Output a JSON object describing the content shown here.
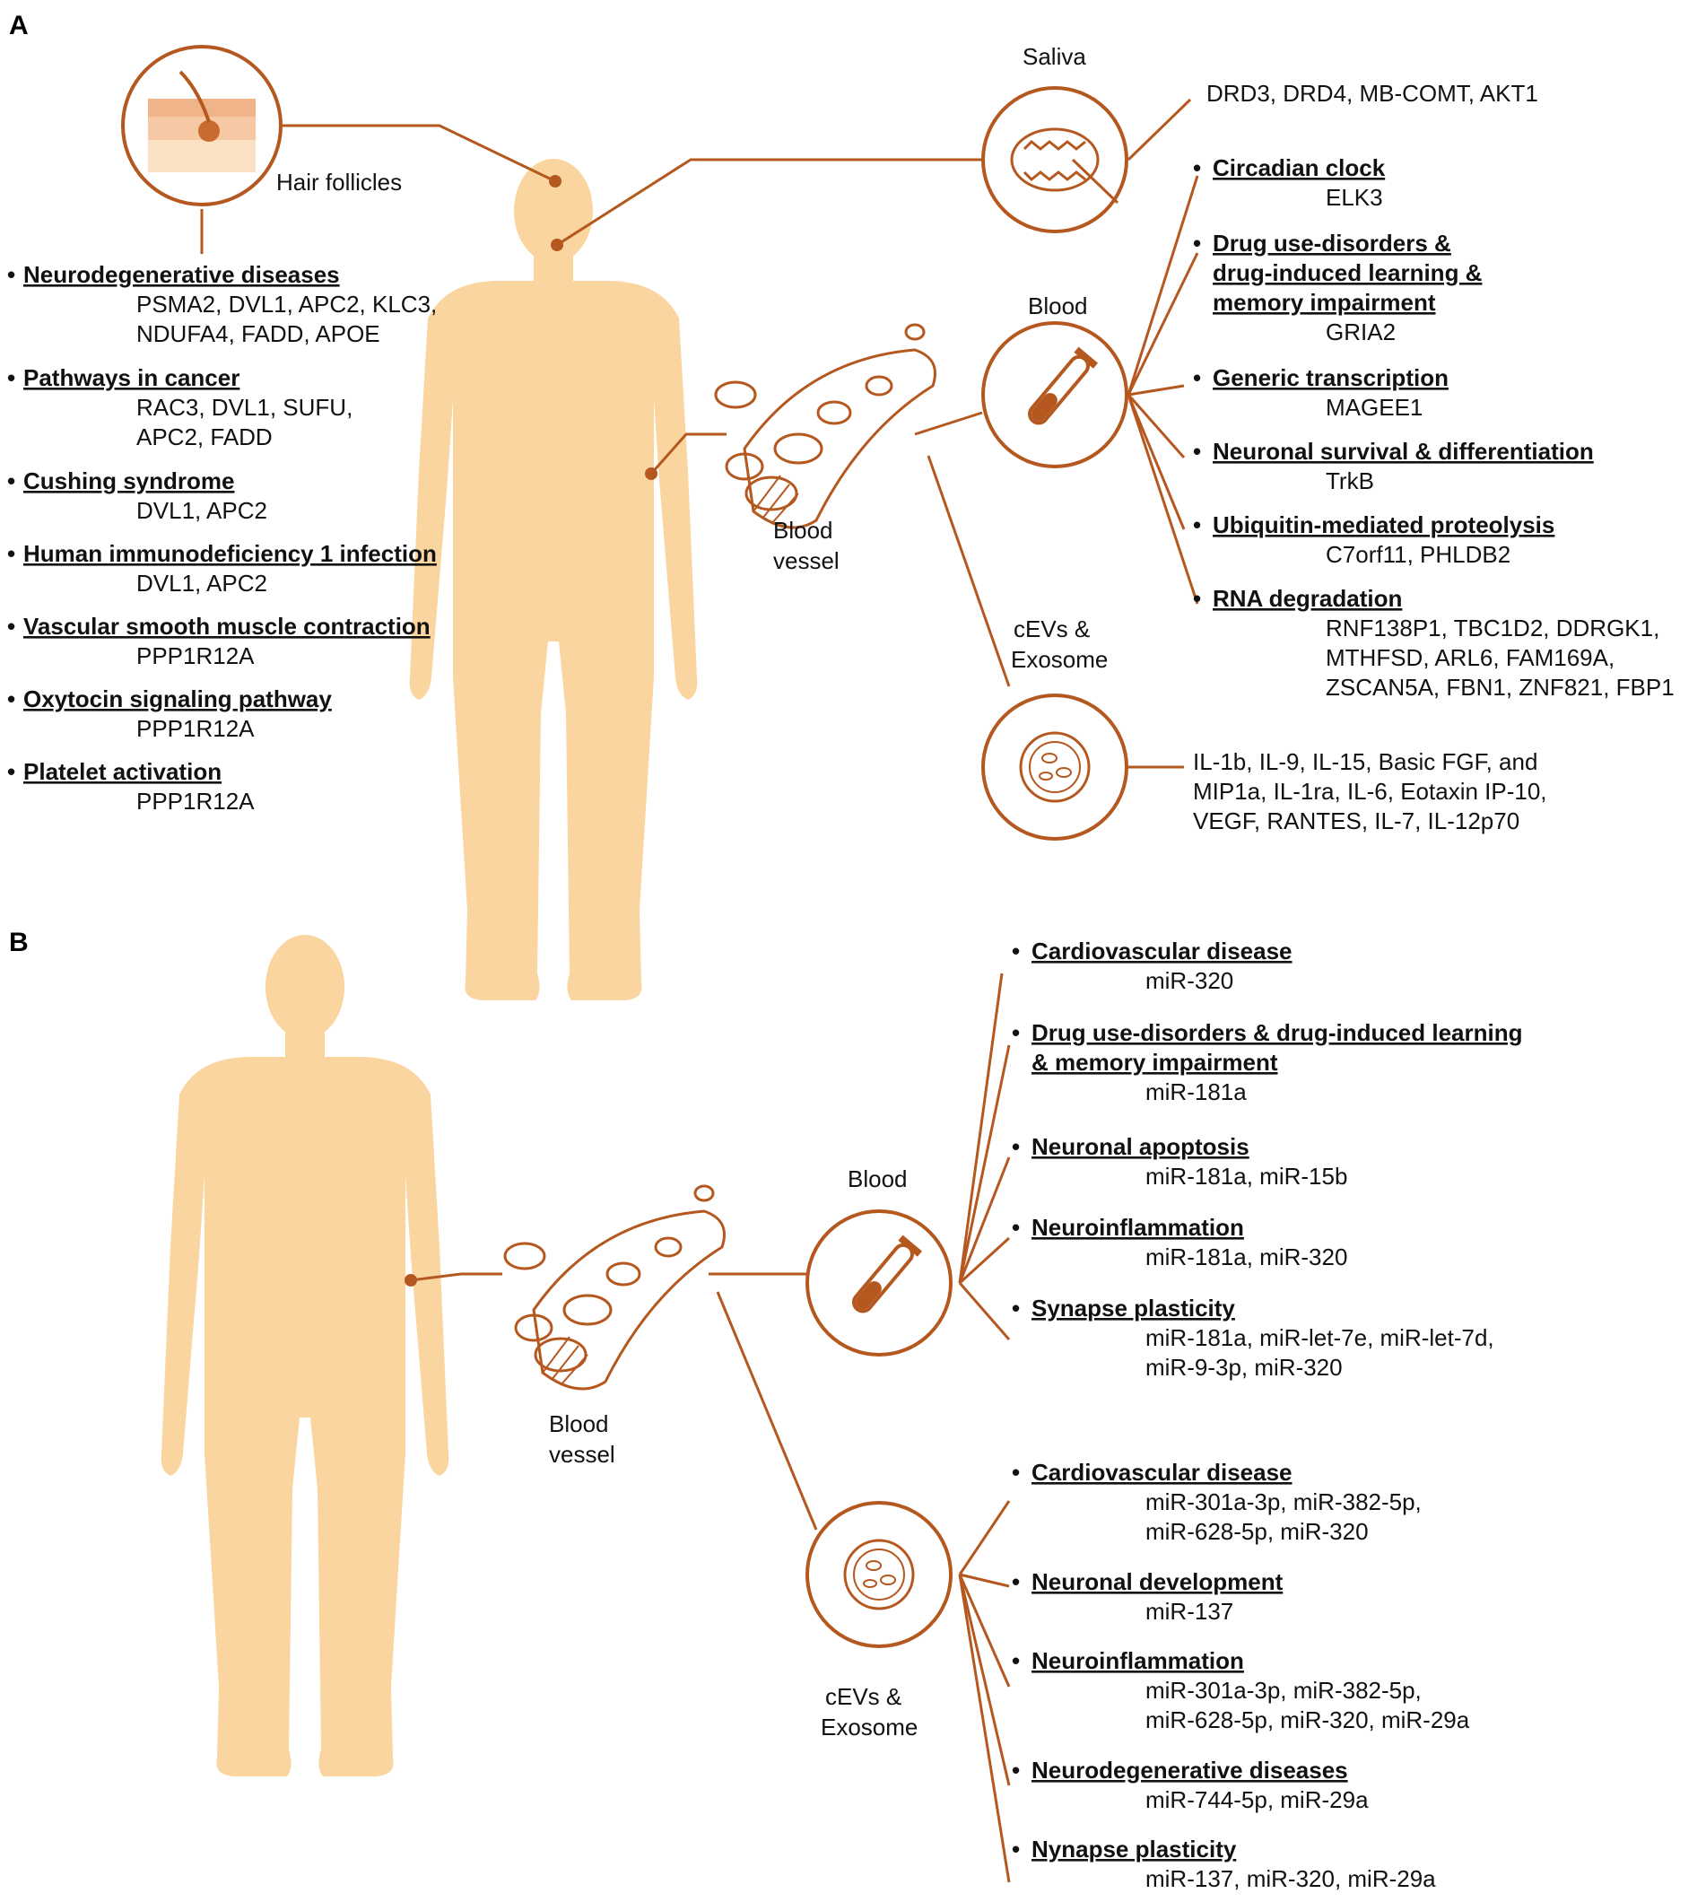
{
  "colors": {
    "accent": "#B5581F",
    "body": "#FAD5A0",
    "text": "#111111"
  },
  "panel_a": {
    "letter": "A",
    "sites": {
      "hair": "Hair follicles",
      "saliva": "Saliva",
      "blood": "Blood",
      "vessel_line1": "Blood",
      "vessel_line2": "vessel",
      "cevs_line1": "cEVs &",
      "cevs_line2": "Exosome"
    },
    "saliva_genes": "DRD3, DRD4, MB-COMT, AKT1",
    "hair_items": [
      {
        "heading": "Neurodegenerative diseases",
        "lines": [
          "PSMA2, DVL1, APC2, KLC3,",
          "NDUFA4, FADD, APOE"
        ]
      },
      {
        "heading": "Pathways in cancer",
        "lines": [
          "RAC3, DVL1, SUFU,",
          "APC2, FADD"
        ]
      },
      {
        "heading": "Cushing syndrome",
        "lines": [
          "DVL1, APC2"
        ]
      },
      {
        "heading": "Human immunodeficiency 1 infection",
        "lines": [
          "DVL1, APC2"
        ]
      },
      {
        "heading": "Vascular smooth muscle contraction",
        "lines": [
          "PPP1R12A"
        ]
      },
      {
        "heading": "Oxytocin signaling pathway",
        "lines": [
          "PPP1R12A"
        ]
      },
      {
        "heading": "Platelet activation",
        "lines": [
          "PPP1R12A"
        ]
      }
    ],
    "blood_items": [
      {
        "heading_lines": [
          "Circadian clock"
        ],
        "lines": [
          "ELK3"
        ]
      },
      {
        "heading_lines": [
          "Drug use-disorders &",
          "drug-induced learning &",
          "memory impairment"
        ],
        "lines": [
          "GRIA2"
        ]
      },
      {
        "heading_lines": [
          "Generic transcription"
        ],
        "lines": [
          "MAGEE1"
        ]
      },
      {
        "heading_lines": [
          "Neuronal survival & differentiation"
        ],
        "lines": [
          "TrkB"
        ]
      },
      {
        "heading_lines": [
          "Ubiquitin-mediated proteolysis"
        ],
        "lines": [
          "C7orf11, PHLDB2"
        ]
      },
      {
        "heading_lines": [
          "RNA degradation"
        ],
        "lines": [
          "RNF138P1, TBC1D2, DDRGK1,",
          "MTHFSD, ARL6, FAM169A,",
          "ZSCAN5A, FBN1, ZNF821, FBP1"
        ]
      }
    ],
    "cevs_lines": [
      "IL-1b, IL-9, IL-15, Basic FGF, and",
      "MIP1a,  IL-1ra, IL-6, Eotaxin IP-10,",
      "VEGF, RANTES, IL-7, IL-12p70"
    ]
  },
  "panel_b": {
    "letter": "B",
    "sites": {
      "blood": "Blood",
      "vessel_line1": "Blood",
      "vessel_line2": "vessel",
      "cevs_line1": "cEVs &",
      "cevs_line2": "Exosome"
    },
    "blood_items": [
      {
        "heading_lines": [
          "Cardiovascular disease"
        ],
        "lines": [
          "miR-320"
        ]
      },
      {
        "heading_lines": [
          "Drug use-disorders & drug-induced learning",
          "& memory impairment"
        ],
        "lines": [
          "miR-181a"
        ]
      },
      {
        "heading_lines": [
          "Neuronal apoptosis"
        ],
        "lines": [
          "miR-181a, miR-15b"
        ]
      },
      {
        "heading_lines": [
          "Neuroinflammation"
        ],
        "lines": [
          " miR-181a, miR-320"
        ]
      },
      {
        "heading_lines": [
          "Synapse plasticity"
        ],
        "lines": [
          "miR-181a, miR-let-7e, miR-let-7d,",
          "miR-9-3p, miR-320"
        ]
      }
    ],
    "cevs_items": [
      {
        "heading_lines": [
          "Cardiovascular disease"
        ],
        "lines": [
          "miR-301a-3p, miR-382-5p,",
          "miR-628-5p, miR-320"
        ]
      },
      {
        "heading_lines": [
          "Neuronal development"
        ],
        "lines": [
          "miR-137"
        ]
      },
      {
        "heading_lines": [
          "Neuroinflammation"
        ],
        "lines": [
          "miR-301a-3p, miR-382-5p,",
          "miR-628-5p, miR-320, miR-29a"
        ]
      },
      {
        "heading_lines": [
          "Neurodegenerative diseases"
        ],
        "lines": [
          "miR-744-5p, miR-29a"
        ]
      },
      {
        "heading_lines": [
          "Nynapse plasticity"
        ],
        "lines": [
          "miR-137, miR-320, miR-29a"
        ]
      }
    ]
  }
}
